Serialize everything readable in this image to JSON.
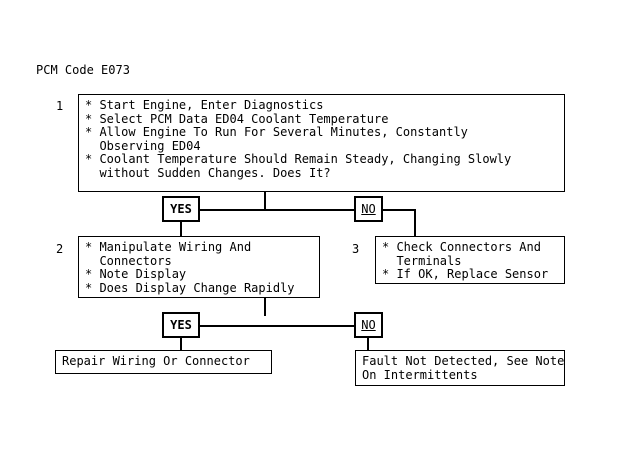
{
  "diagram": {
    "title": "PCM Code E073",
    "type": "troubleshooting-flowchart"
  },
  "steps": [
    {
      "number": "1",
      "lines": [
        "* Start Engine, Enter Diagnostics",
        "* Select PCM Data ED04 Coolant Temperature",
        "* Allow Engine To Run For Several Minutes, Constantly",
        "  Observing ED04",
        "* Coolant Temperature Should Remain Steady, Changing Slowly",
        "  without Sudden Changes. Does It?"
      ],
      "text": "* Start Engine, Enter Diagnostics\n* Select PCM Data ED04 Coolant Temperature\n* Allow Engine To Run For Several Minutes, Constantly\n  Observing ED04\n* Coolant Temperature Should Remain Steady, Changing Slowly\n  without Sudden Changes. Does It?"
    },
    {
      "number": "2",
      "lines": [
        "* Manipulate Wiring And",
        "  Connectors",
        "* Note Display",
        "* Does Display Change Rapidly"
      ],
      "text": "* Manipulate Wiring And\n  Connectors\n* Note Display\n* Does Display Change Rapidly"
    },
    {
      "number": "3",
      "lines": [
        "* Check Connectors And",
        "  Terminals",
        "* If OK, Replace Sensor"
      ],
      "text": "* Check Connectors And\n  Terminals\n* If OK, Replace Sensor"
    }
  ],
  "decisions": {
    "row1_yes": "YES",
    "row1_no": "NO",
    "row2_yes": "YES",
    "row2_no": "NO"
  },
  "outcomes": [
    {
      "id": "repair",
      "text": "Repair Wiring Or Connector"
    },
    {
      "id": "not-detected",
      "lines": [
        "Fault Not Detected, See Note",
        "On Intermittents"
      ],
      "text": "Fault Not Detected, See Note\nOn Intermittents"
    }
  ],
  "colors": {
    "background": "#ffffff",
    "stroke": "#000000",
    "text": "#000000"
  }
}
